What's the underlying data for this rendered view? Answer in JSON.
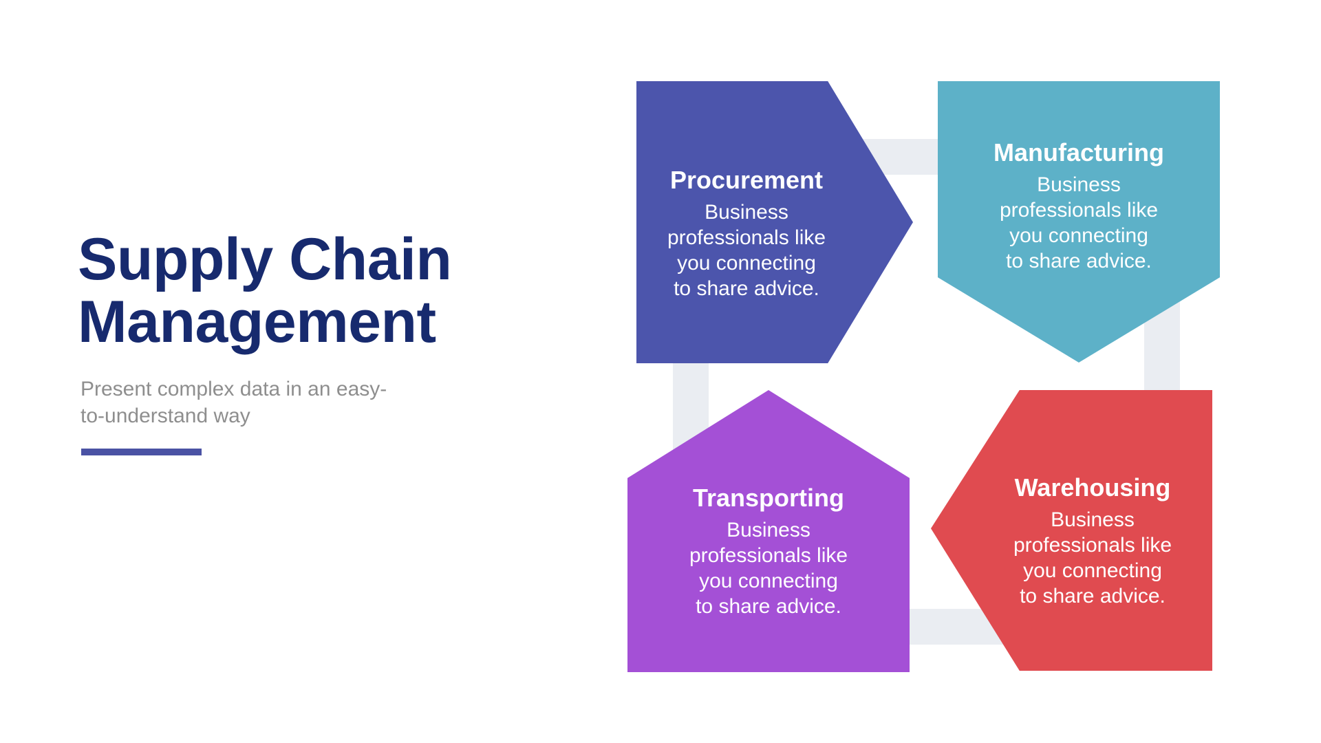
{
  "header": {
    "title": "Supply Chain\nManagement",
    "subtitle": "Present complex data in an easy-\nto-understand way",
    "title_color": "#172a6e",
    "subtitle_color": "#8e8e8e",
    "underline_color": "#4a52a4"
  },
  "diagram": {
    "connector_color": "#eaedf2",
    "steps": [
      {
        "id": "procurement",
        "label": "Procurement",
        "description": "Business\nprofessionals like\nyou connecting\nto share advice.",
        "color": "#4c55ac",
        "shape": "pentagon-pointing-right"
      },
      {
        "id": "manufacturing",
        "label": "Manufacturing",
        "description": "Business\nprofessionals like\nyou connecting\nto share advice.",
        "color": "#5db1c8",
        "shape": "pentagon-pointing-down"
      },
      {
        "id": "transporting",
        "label": "Transporting",
        "description": "Business\nprofessionals like\nyou connecting\nto share advice.",
        "color": "#a450d6",
        "shape": "pentagon-pointing-up"
      },
      {
        "id": "warehousing",
        "label": "Warehousing",
        "description": "Business\nprofessionals like\nyou connecting\nto share advice.",
        "color": "#e04b50",
        "shape": "pentagon-pointing-left"
      }
    ]
  }
}
